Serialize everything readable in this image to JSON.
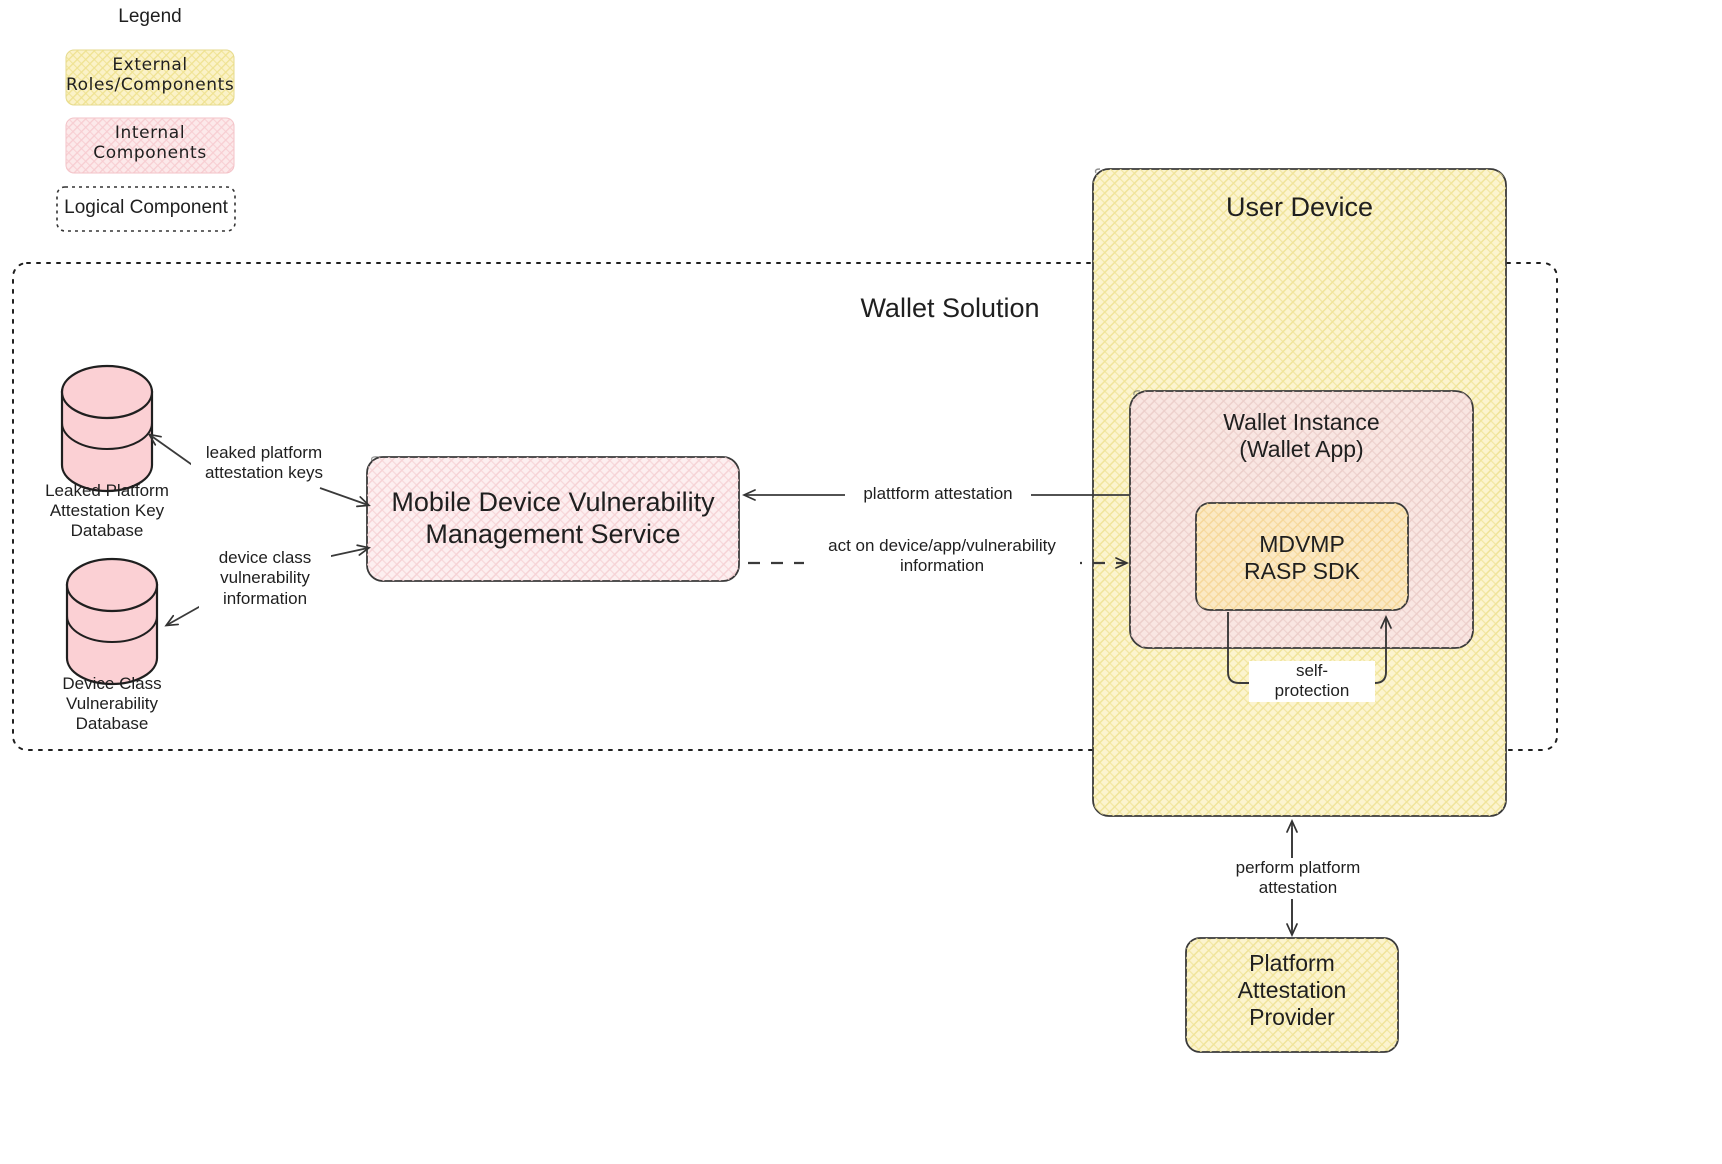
{
  "legend": {
    "title": "Legend",
    "items": [
      {
        "label": "External\nRoles/Components",
        "style": "external",
        "fill": "#fdf5ce",
        "stroke": "#d6c86a"
      },
      {
        "label": "Internal\nComponents",
        "style": "internal",
        "fill": "#fbd5d8",
        "stroke": "#e8a0a8"
      },
      {
        "label": "Logical Component",
        "style": "logical",
        "fill": "#ffffff",
        "stroke": "#333333"
      }
    ]
  },
  "boundaries": {
    "wallet_solution": {
      "label": "Wallet Solution"
    }
  },
  "nodes": {
    "leaked_db": {
      "label": "Leaked Platform\nAttestation Key\nDatabase",
      "type": "database",
      "fill": "#fbd0d4"
    },
    "device_class_db": {
      "label": "Device Class\nVulnerability\nDatabase",
      "type": "database",
      "fill": "#fbd0d4"
    },
    "mdvmp_service": {
      "label": "Mobile Device Vulnerability\nManagement Service",
      "type": "internal",
      "fill": "#fbe4e6"
    },
    "user_device": {
      "label": "User Device",
      "type": "external",
      "fill": "#fcf4cf"
    },
    "wallet_instance": {
      "label": "Wallet Instance\n(Wallet App)",
      "type": "internal",
      "fill": "#f8e3de"
    },
    "rasp_sdk": {
      "label": "MDVMP\nRASP SDK",
      "type": "external",
      "fill": "#fbe2ad"
    },
    "attestation_provider": {
      "label": "Platform\nAttestation\nProvider",
      "type": "external",
      "fill": "#fcf4cf"
    }
  },
  "edges": {
    "leaked_keys": {
      "label": "leaked platform\nattestation keys"
    },
    "device_class_vuln": {
      "label": "device class\nvulnerability\ninformation"
    },
    "platform_attestation": {
      "label": "plattform attestation"
    },
    "act_on_info": {
      "label": "act on device/app/vulnerability\ninformation"
    },
    "self_protection": {
      "label": "self-\nprotection"
    },
    "perform_attestation": {
      "label": "perform platform\nattestation"
    }
  },
  "colors": {
    "stroke": "#333333",
    "external_fill": "#fcf4cf",
    "external_stroke": "#d9cd78",
    "internal_fill": "#fbe4e6",
    "internal_stroke": "#333333",
    "db_fill": "#fbd0d4",
    "sdk_fill": "#fbe2ad",
    "background": "#ffffff"
  }
}
